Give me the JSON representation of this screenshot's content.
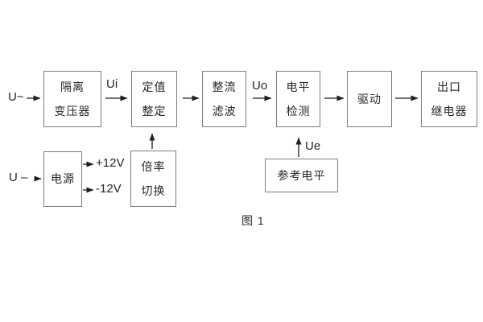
{
  "diagram": {
    "caption": "图 1",
    "inputs": {
      "ac": "U~",
      "dc": "U –"
    },
    "signals": {
      "ui": "Ui",
      "uo": "Uo",
      "ue": "Ue"
    },
    "power_rails": {
      "positive": "+12V",
      "negative": "-12V"
    },
    "blocks": {
      "isolation_transformer": [
        "隔离",
        "变压器"
      ],
      "setting_adjustment": [
        "定值",
        "整定"
      ],
      "rectifier_filter": [
        "整流",
        "滤波"
      ],
      "level_detection": [
        "电平",
        "检测"
      ],
      "drive": [
        "驱动"
      ],
      "output_relay": [
        "出口",
        "继电器"
      ],
      "power_supply": [
        "电源"
      ],
      "ratio_switching": [
        "倍率",
        "切换"
      ],
      "reference_level": [
        "参考电平"
      ]
    },
    "colors": {
      "background": "#ffffff",
      "box_border": "#7d7d7d",
      "text": "#262626",
      "line": "#1f1f1f"
    }
  }
}
